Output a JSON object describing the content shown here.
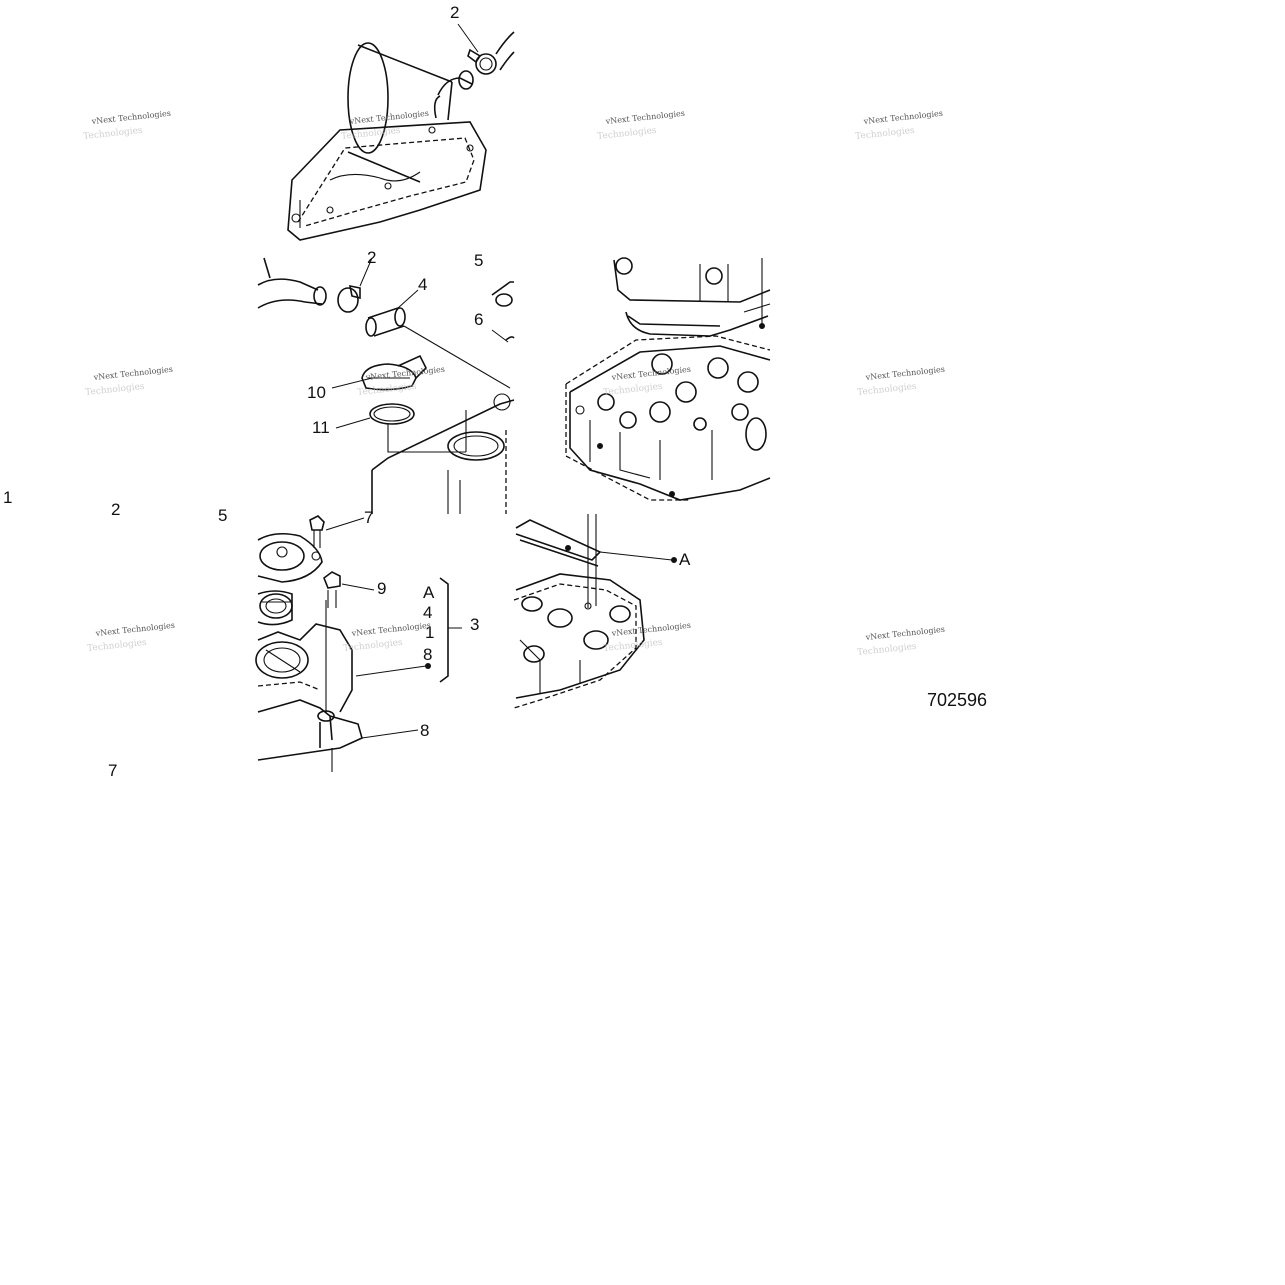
{
  "figure_number": "702596",
  "watermark": {
    "line1": "vNext Technologies",
    "line2": "Technologies"
  },
  "callouts": {
    "t_2": "2",
    "m_2": "2",
    "m_4": "4",
    "m_5": "5",
    "m_6": "6",
    "m_10": "10",
    "m_11": "11",
    "b_7": "7",
    "b_9": "9",
    "b_A": "A",
    "b_4": "4",
    "b_1": "1",
    "b_8a": "8",
    "b_3": "3",
    "b_8b": "8",
    "r_A": "A",
    "edge_1": "1",
    "edge_2": "2",
    "edge_5": "5",
    "edge_7": "7"
  }
}
